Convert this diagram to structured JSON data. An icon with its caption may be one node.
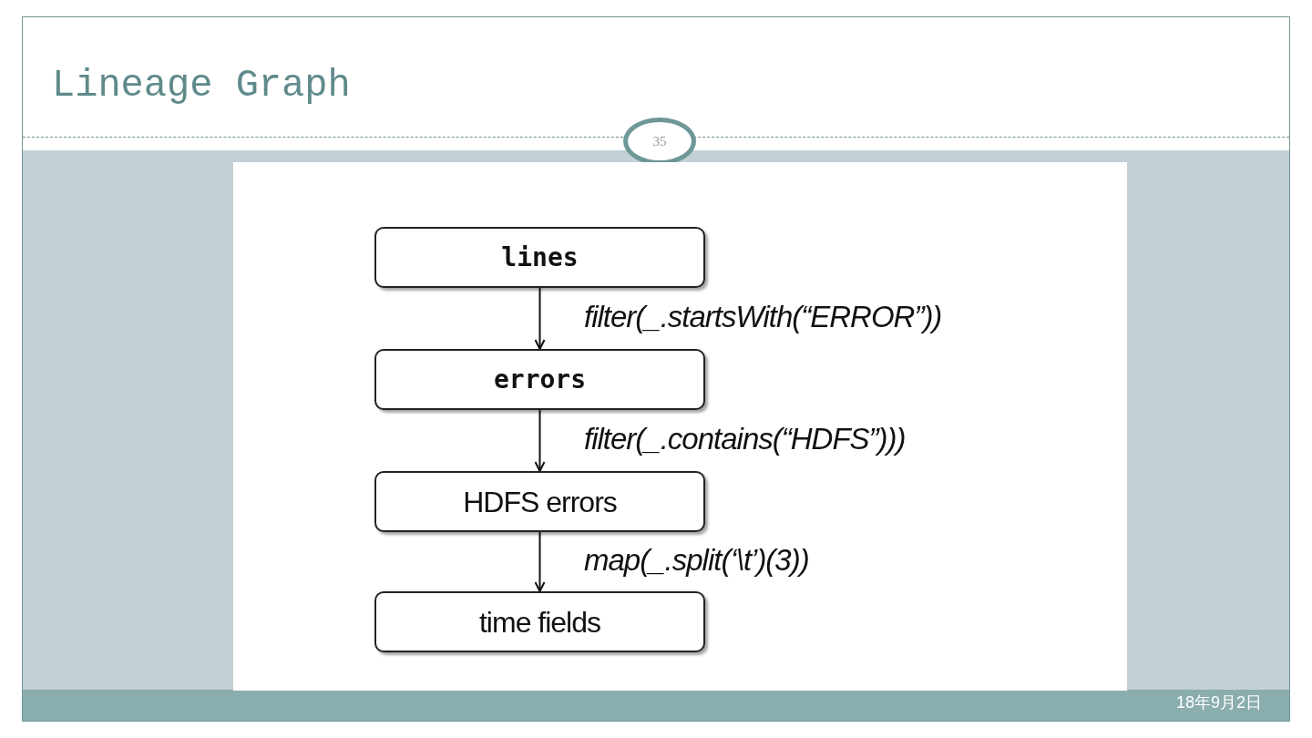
{
  "diagram": {
    "title": "Lineage Graph",
    "nodes": [
      {
        "text": [
          "lines"
        ]
      },
      {
        "text": [
          "errors"
        ]
      },
      {
        "text": [
          "HDFS errors"
        ]
      },
      {
        "text": [
          "time fields"
        ]
      }
    ],
    "edges": [
      {
        "from": 0,
        "to": 1,
        "arrow": "to",
        "label": "filter(_.startsWith(“ERROR”))"
      },
      {
        "from": 1,
        "to": 2,
        "arrow": "to",
        "label": "filter(_.contains(“HDFS”)))"
      },
      {
        "from": 2,
        "to": 3,
        "arrow": "to",
        "label": "map(_.split(‘\\t’)(3))"
      }
    ],
    "labels": [
      "35",
      "18年9月2日"
    ]
  }
}
